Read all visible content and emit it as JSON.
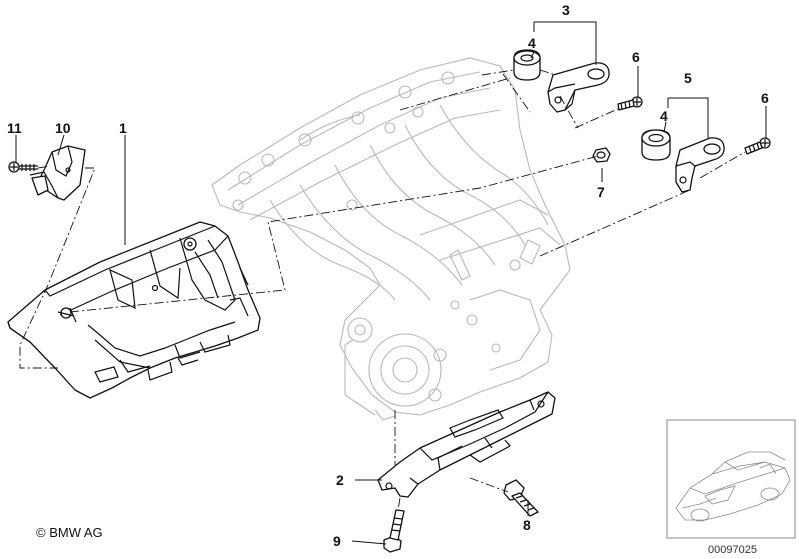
{
  "diagram": {
    "callouts": [
      {
        "id": "c1",
        "label": "1"
      },
      {
        "id": "c2",
        "label": "2"
      },
      {
        "id": "c3",
        "label": "3"
      },
      {
        "id": "c4a",
        "label": "4"
      },
      {
        "id": "c4b",
        "label": "4"
      },
      {
        "id": "c5",
        "label": "5"
      },
      {
        "id": "c6a",
        "label": "6"
      },
      {
        "id": "c6b",
        "label": "6"
      },
      {
        "id": "c7",
        "label": "7"
      },
      {
        "id": "c8",
        "label": "8"
      },
      {
        "id": "c9",
        "label": "9"
      },
      {
        "id": "c10",
        "label": "10"
      },
      {
        "id": "c11",
        "label": "11"
      }
    ],
    "copyright": "© BMW AG",
    "reference_number": "00097025"
  }
}
